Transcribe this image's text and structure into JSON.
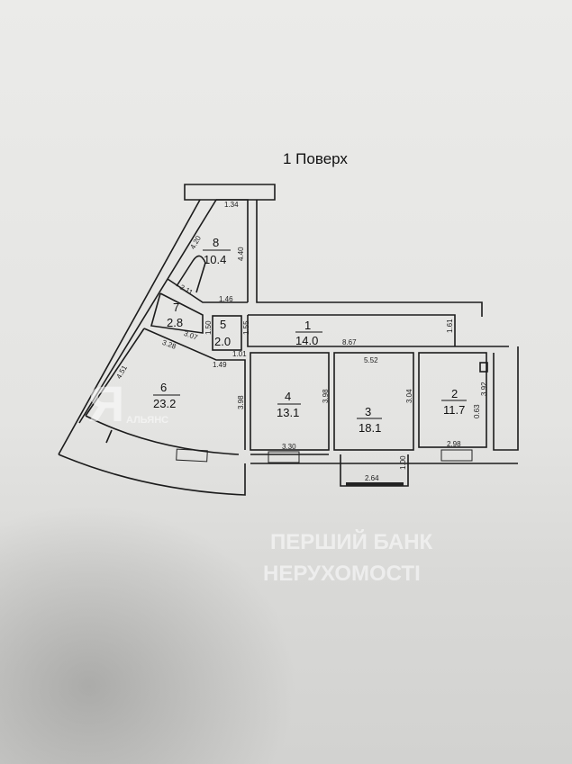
{
  "title": "1 Поверх",
  "rooms": [
    {
      "number": "1",
      "area": "14.0"
    },
    {
      "number": "2",
      "area": "11.7"
    },
    {
      "number": "3",
      "area": "18.1"
    },
    {
      "number": "4",
      "area": "13.1"
    },
    {
      "number": "5",
      "area": "2.0"
    },
    {
      "number": "6",
      "area": "23.2"
    },
    {
      "number": "7",
      "area": "2.8"
    },
    {
      "number": "8",
      "area": "10.4"
    }
  ],
  "dimensions": {
    "r8_top": "1.34",
    "r8_diag": "4.20",
    "r8_right": "4.40",
    "r8_bottom": "2.11",
    "r5_top": "1.46",
    "r5_left": "1.50",
    "r5_right": "1.55",
    "r5_bottom": "1.01",
    "r7_bottom": "3.07",
    "r6_top": "3.28",
    "r6_diag": "4.51",
    "r6_bottom_top": "1.49",
    "r6_right": "3.98",
    "r1_len": "8.67",
    "r1_right": "1.61",
    "r4_right": "3.98",
    "r4_bottom": "3.30",
    "r3_top": "5.52",
    "r3_right": "3.04",
    "r3_balcony": "2.64",
    "r3_balcony_side": "1.00",
    "r2_right": "3.92",
    "r2_bottom": "2.98",
    "r2_small": "0.63"
  },
  "watermark": {
    "line1": "ПЕРШИЙ БАНК",
    "line2": "НЕРУХОМОСТІ",
    "brand": "АЛЬЯНС"
  }
}
